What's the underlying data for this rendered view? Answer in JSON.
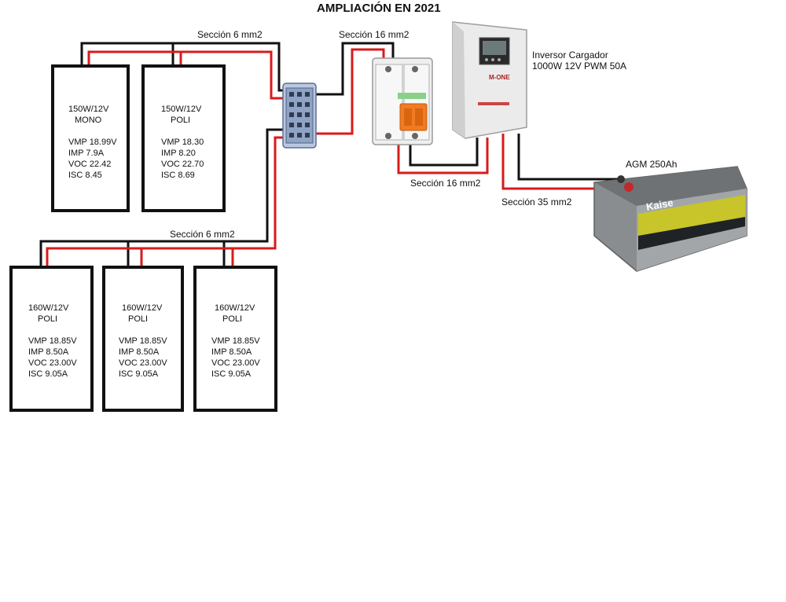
{
  "title": "AMPLIACIÓN EN 2021",
  "colors": {
    "wire_positive": "#d81b1b",
    "wire_negative": "#111111",
    "panel_border": "#111111"
  },
  "panels_top": [
    {
      "line1": "150W/12V",
      "line2": "MONO",
      "vmp": "VMP 18.99V",
      "imp": "IMP 7.9A",
      "voc": "VOC 22.42",
      "isc": "ISC 8.45"
    },
    {
      "line1": "150W/12V",
      "line2": "POLI",
      "vmp": "VMP 18.30",
      "imp": "IMP 8.20",
      "voc": "VOC 22.70",
      "isc": "ISC 8.69"
    }
  ],
  "panels_bottom": [
    {
      "line1": "160W/12V",
      "line2": "POLI",
      "vmp": "VMP 18.85V",
      "imp": "IMP 8.50A",
      "voc": "VOC 23.00V",
      "isc": "ISC 9.05A"
    },
    {
      "line1": "160W/12V",
      "line2": "POLI",
      "vmp": "VMP 18.85V",
      "imp": "IMP 8.50A",
      "voc": "VOC 23.00V",
      "isc": "ISC 9.05A"
    },
    {
      "line1": "160W/12V",
      "line2": "POLI",
      "vmp": "VMP 18.85V",
      "imp": "IMP 8.50A",
      "voc": "VOC 23.00V",
      "isc": "ISC 9.05A"
    }
  ],
  "labels": {
    "top_cable": "Sección 6 mm2",
    "bottom_cable": "Sección 6 mm2",
    "breaker_in_cable": "Sección 16 mm2",
    "breaker_out_cable": "Sección 16 mm2",
    "battery_cable": "Sección 35 mm2",
    "inverter_line1": "Inversor Cargador",
    "inverter_line2": "1000W 12V PWM 50A",
    "battery": "AGM 250Ah"
  },
  "devices": {
    "battery_brand": "Kaise",
    "inverter_brand": "M-ONE"
  }
}
